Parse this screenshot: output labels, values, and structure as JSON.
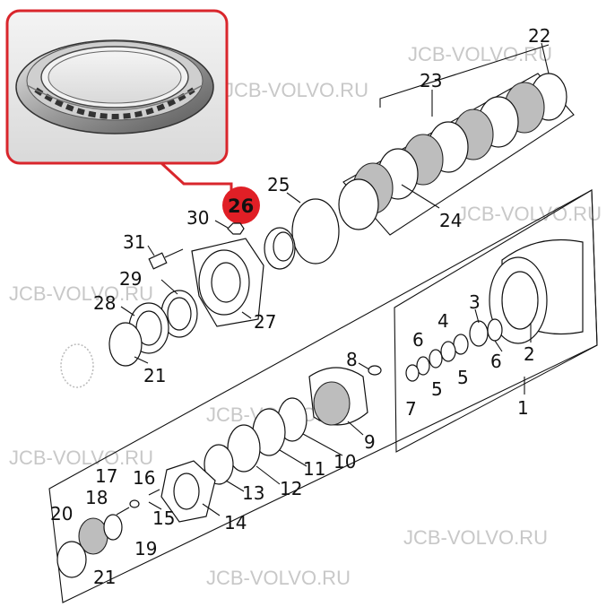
{
  "watermark": "JCB-VOLVO.RU",
  "highlight": {
    "label": "26",
    "color": "#e01f26"
  },
  "callout_frame_color": "#d9262c",
  "labels": {
    "l1": "1",
    "l2": "2",
    "l3": "3",
    "l4": "4",
    "l5a": "5",
    "l5b": "5",
    "l6a": "6",
    "l6b": "6",
    "l7": "7",
    "l8": "8",
    "l9": "9",
    "l10": "10",
    "l11": "11",
    "l12": "12",
    "l13": "13",
    "l14": "14",
    "l15": "15",
    "l16": "16",
    "l17": "17",
    "l18": "18",
    "l19": "19",
    "l20": "20",
    "l21a": "21",
    "l21b": "21",
    "l22": "22",
    "l23": "23",
    "l24": "24",
    "l25": "25",
    "l27": "27",
    "l28": "28",
    "l29": "29",
    "l30": "30",
    "l31": "31"
  }
}
